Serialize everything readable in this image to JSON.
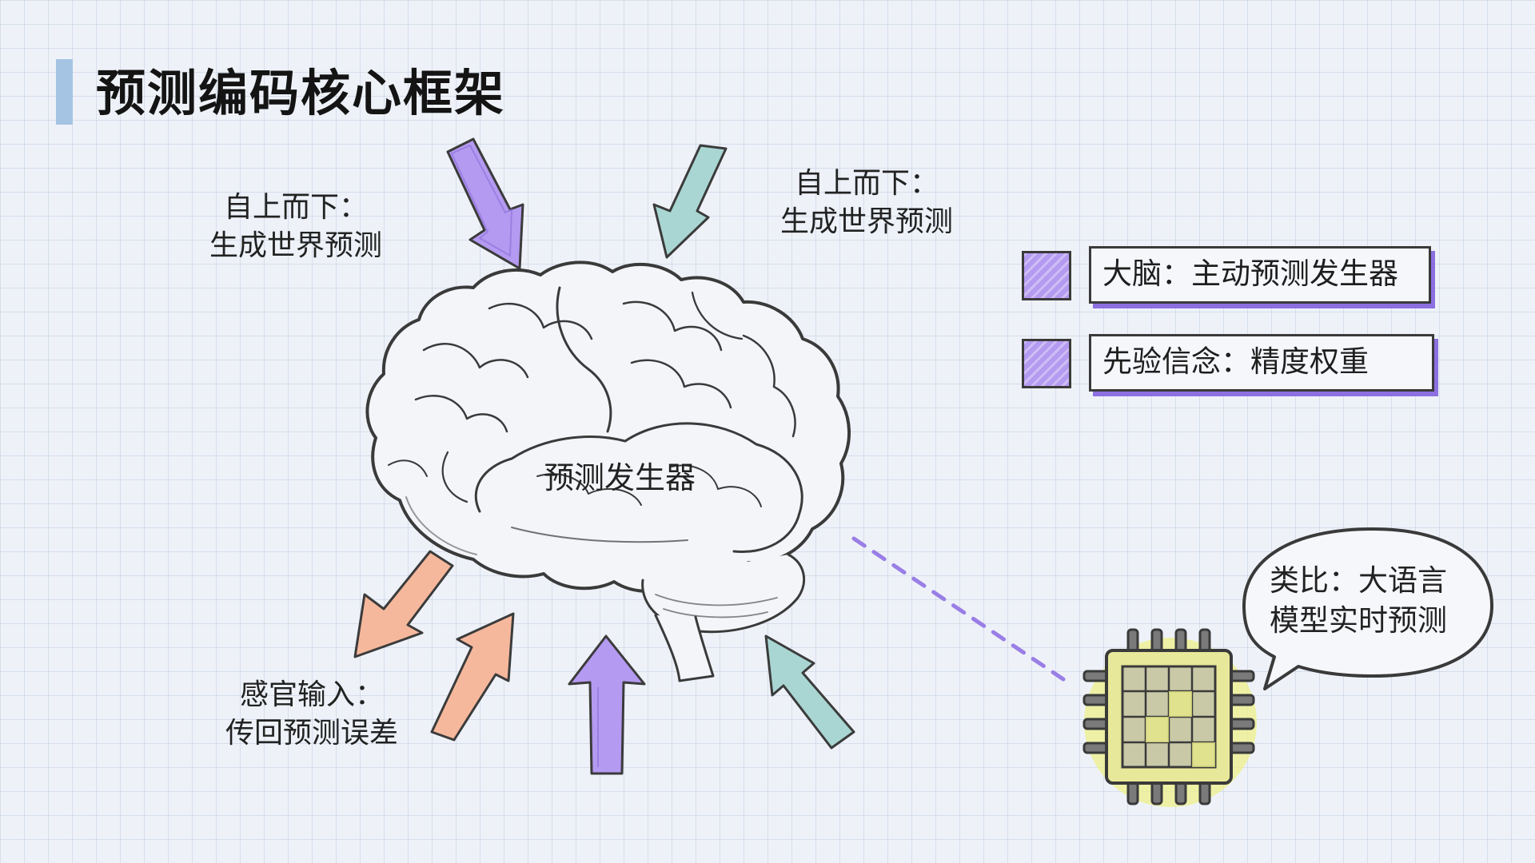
{
  "title": "预测编码核心框架",
  "top_left_label": {
    "line1": "自上而下：",
    "line2": "生成世界预测"
  },
  "top_right_label": {
    "line1": "自上而下：",
    "line2": "生成世界预测"
  },
  "brain_label": "预测发生器",
  "bottom_left_label": {
    "line1": "感官输入：",
    "line2": "传回预测误差"
  },
  "legend": [
    {
      "label": "大脑：主动预测发生器"
    },
    {
      "label": "先验信念：精度权重"
    }
  ],
  "analogy_bubble": {
    "line1": "类比：大语言",
    "line2": "模型实时预测"
  },
  "colors": {
    "purple": "#b49af0",
    "teal": "#a9d6d3",
    "orange": "#f6b89c",
    "title_accent": "#a5c4e3",
    "chip_glow": "#eef08a"
  },
  "icons": [
    "brain-icon",
    "chip-icon",
    "arrow-icon"
  ]
}
